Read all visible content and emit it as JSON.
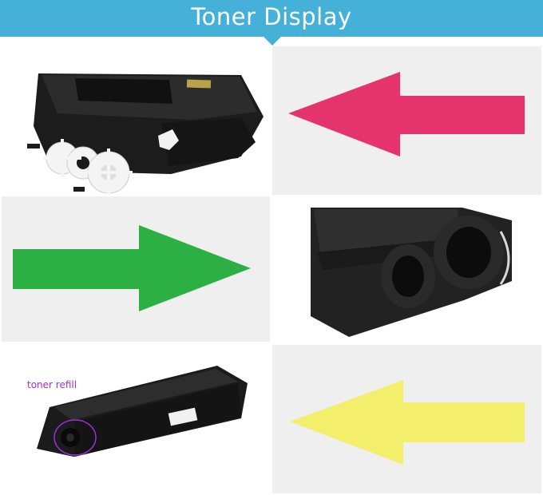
{
  "header": {
    "title": "Toner Display",
    "color": "#45b0d8"
  },
  "panels": [
    {
      "content": "toner-cartridge-gears-photo"
    },
    {
      "content": "arrow-left-icon",
      "color": "#e5336e"
    },
    {
      "content": "arrow-right-icon",
      "color": "#2db043"
    },
    {
      "content": "toner-cartridge-ports-photo"
    },
    {
      "content": "toner-cartridge-refill-photo",
      "label": "toner refill",
      "label_color": "#9c2fd6"
    },
    {
      "content": "arrow-left-icon",
      "color": "#f3ee6c"
    }
  ]
}
